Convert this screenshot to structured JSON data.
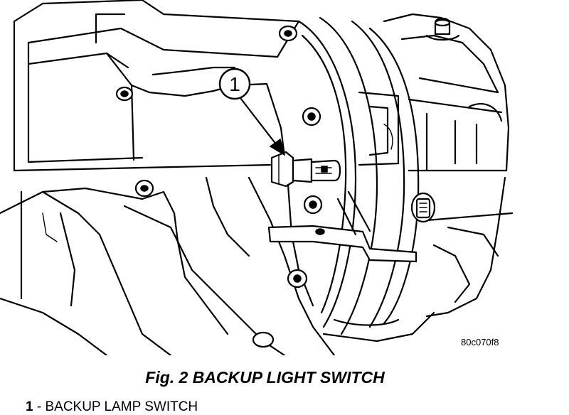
{
  "figure": {
    "callout_number": "1",
    "image_code": "80c070f8"
  },
  "caption": "Fig. 2 BACKUP LIGHT SWITCH",
  "legend": [
    {
      "number": "1",
      "separator": " - ",
      "label": "BACKUP LAMP SWITCH"
    }
  ]
}
